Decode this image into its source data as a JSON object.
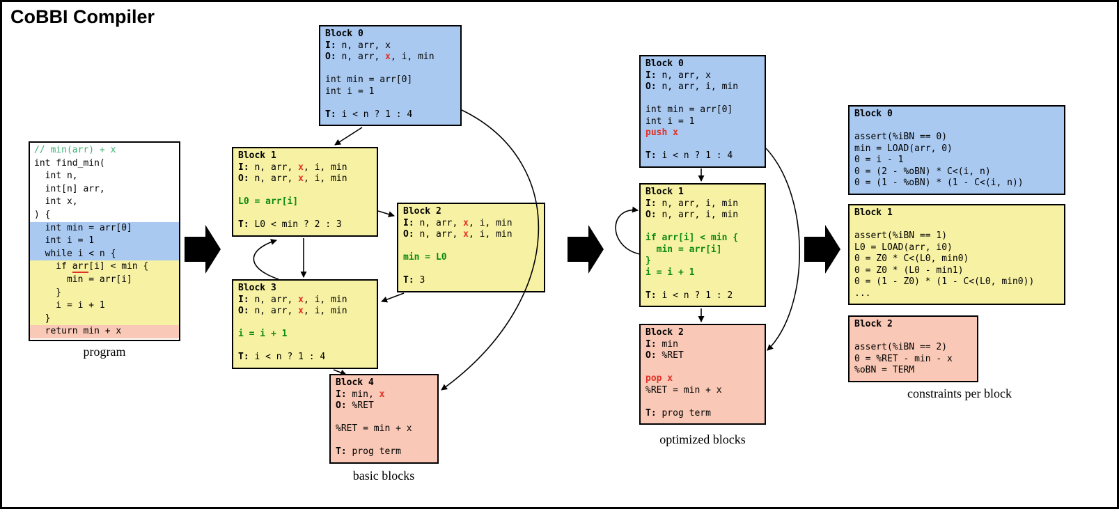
{
  "title": "CoBBI Compiler",
  "colors": {
    "blue": "#a9c9f1",
    "yellow": "#f6f1a3",
    "pink": "#f9c8b6",
    "green": "#0b8a0e",
    "red": "#e03127",
    "comment": "#3bb273"
  },
  "program": {
    "caption": "program",
    "lines": [
      {
        "seg": [
          {
            "t": "// min(arr) + x",
            "s": "c"
          }
        ]
      },
      {
        "seg": [
          {
            "t": "int find_min(",
            "s": ""
          }
        ]
      },
      {
        "seg": [
          {
            "t": "  int n,",
            "s": ""
          }
        ]
      },
      {
        "seg": [
          {
            "t": "  int[n] arr,",
            "s": ""
          }
        ]
      },
      {
        "seg": [
          {
            "t": "  int x,",
            "s": ""
          }
        ]
      },
      {
        "seg": [
          {
            "t": ") {",
            "s": ""
          }
        ]
      },
      {
        "bg": "blue",
        "seg": [
          {
            "t": "  int min = arr[0]",
            "s": ""
          }
        ]
      },
      {
        "bg": "blue",
        "seg": [
          {
            "t": "  int i = 1",
            "s": ""
          }
        ]
      },
      {
        "bg": "blue",
        "seg": [
          {
            "t": "  while i < n {",
            "s": ""
          }
        ]
      },
      {
        "bg": "yellow",
        "seg": [
          {
            "t": "    if ",
            "s": ""
          },
          {
            "t": "arr",
            "s": "u"
          },
          {
            "t": "[i] < min {",
            "s": ""
          }
        ]
      },
      {
        "bg": "yellow",
        "seg": [
          {
            "t": "      min = arr[i]",
            "s": ""
          }
        ]
      },
      {
        "bg": "yellow",
        "seg": [
          {
            "t": "    }",
            "s": ""
          }
        ]
      },
      {
        "bg": "yellow",
        "seg": [
          {
            "t": "    i = i + 1",
            "s": ""
          }
        ]
      },
      {
        "bg": "yellow",
        "seg": [
          {
            "t": "  }",
            "s": ""
          }
        ]
      },
      {
        "bg": "pink",
        "seg": [
          {
            "t": "  return min + x",
            "s": ""
          }
        ]
      }
    ]
  },
  "basic_blocks": {
    "caption": "basic blocks",
    "edges": [
      {
        "from": "Block 0",
        "to": "Block 1"
      },
      {
        "from": "Block 0",
        "to": "Block 4"
      },
      {
        "from": "Block 1",
        "to": "Block 2"
      },
      {
        "from": "Block 1",
        "to": "Block 3"
      },
      {
        "from": "Block 2",
        "to": "Block 3"
      },
      {
        "from": "Block 3",
        "to": "Block 1"
      },
      {
        "from": "Block 3",
        "to": "Block 4"
      }
    ],
    "blocks": [
      {
        "title": "Block 0",
        "color": "blue",
        "lines": [
          {
            "seg": [
              {
                "t": "I:",
                "s": "b"
              },
              {
                "t": " n, arr, x",
                "s": ""
              }
            ]
          },
          {
            "seg": [
              {
                "t": "O:",
                "s": "b"
              },
              {
                "t": " n, arr, ",
                "s": ""
              },
              {
                "t": "x",
                "s": "r"
              },
              {
                "t": ", i, min",
                "s": ""
              }
            ]
          },
          {
            "seg": []
          },
          {
            "seg": [
              {
                "t": "int min = arr[0]",
                "s": ""
              }
            ]
          },
          {
            "seg": [
              {
                "t": "int i = 1",
                "s": ""
              }
            ]
          },
          {
            "seg": []
          },
          {
            "seg": [
              {
                "t": "T:",
                "s": "b"
              },
              {
                "t": " i < n ? 1 : 4",
                "s": ""
              }
            ]
          }
        ]
      },
      {
        "title": "Block 1",
        "color": "yellow",
        "lines": [
          {
            "seg": [
              {
                "t": "I:",
                "s": "b"
              },
              {
                "t": " n, arr, ",
                "s": ""
              },
              {
                "t": "x",
                "s": "r"
              },
              {
                "t": ", i, min",
                "s": ""
              }
            ]
          },
          {
            "seg": [
              {
                "t": "O:",
                "s": "b"
              },
              {
                "t": " n, arr, ",
                "s": ""
              },
              {
                "t": "x",
                "s": "r"
              },
              {
                "t": ", i, min",
                "s": ""
              }
            ]
          },
          {
            "seg": []
          },
          {
            "seg": [
              {
                "t": "L0 = arr[i]",
                "s": "g"
              }
            ]
          },
          {
            "seg": []
          },
          {
            "seg": [
              {
                "t": "T:",
                "s": "b"
              },
              {
                "t": " L0 < min ? 2 : 3",
                "s": ""
              }
            ]
          }
        ]
      },
      {
        "title": "Block 2",
        "color": "yellow",
        "lines": [
          {
            "seg": [
              {
                "t": "I:",
                "s": "b"
              },
              {
                "t": " n, arr, ",
                "s": ""
              },
              {
                "t": "x",
                "s": "r"
              },
              {
                "t": ", i, min",
                "s": ""
              }
            ]
          },
          {
            "seg": [
              {
                "t": "O:",
                "s": "b"
              },
              {
                "t": " n, arr, ",
                "s": ""
              },
              {
                "t": "x",
                "s": "r"
              },
              {
                "t": ", i, min",
                "s": ""
              }
            ]
          },
          {
            "seg": []
          },
          {
            "seg": [
              {
                "t": "min = L0",
                "s": "g"
              }
            ]
          },
          {
            "seg": []
          },
          {
            "seg": [
              {
                "t": "T:",
                "s": "b"
              },
              {
                "t": " 3",
                "s": ""
              }
            ]
          }
        ]
      },
      {
        "title": "Block 3",
        "color": "yellow",
        "lines": [
          {
            "seg": [
              {
                "t": "I:",
                "s": "b"
              },
              {
                "t": " n, arr, ",
                "s": ""
              },
              {
                "t": "x",
                "s": "r"
              },
              {
                "t": ", i, min",
                "s": ""
              }
            ]
          },
          {
            "seg": [
              {
                "t": "O:",
                "s": "b"
              },
              {
                "t": " n, arr, ",
                "s": ""
              },
              {
                "t": "x",
                "s": "r"
              },
              {
                "t": ", i, min",
                "s": ""
              }
            ]
          },
          {
            "seg": []
          },
          {
            "seg": [
              {
                "t": "i = i + 1",
                "s": "g"
              }
            ]
          },
          {
            "seg": []
          },
          {
            "seg": [
              {
                "t": "T:",
                "s": "b"
              },
              {
                "t": " i < n ? 1 : 4",
                "s": ""
              }
            ]
          }
        ]
      },
      {
        "title": "Block 4",
        "color": "pink",
        "lines": [
          {
            "seg": [
              {
                "t": "I:",
                "s": "b"
              },
              {
                "t": " min, ",
                "s": ""
              },
              {
                "t": "x",
                "s": "r"
              }
            ]
          },
          {
            "seg": [
              {
                "t": "O:",
                "s": "b"
              },
              {
                "t": " %RET",
                "s": ""
              }
            ]
          },
          {
            "seg": []
          },
          {
            "seg": [
              {
                "t": "%RET = min + x",
                "s": ""
              }
            ]
          },
          {
            "seg": []
          },
          {
            "seg": [
              {
                "t": "T:",
                "s": "b"
              },
              {
                "t": " prog term",
                "s": ""
              }
            ]
          }
        ]
      }
    ]
  },
  "optimized_blocks": {
    "caption": "optimized blocks",
    "edges": [
      {
        "from": "Block 0",
        "to": "Block 1"
      },
      {
        "from": "Block 0",
        "to": "Block 2"
      },
      {
        "from": "Block 1",
        "to": "Block 1"
      },
      {
        "from": "Block 1",
        "to": "Block 2"
      }
    ],
    "blocks": [
      {
        "title": "Block 0",
        "color": "blue",
        "lines": [
          {
            "seg": [
              {
                "t": "I:",
                "s": "b"
              },
              {
                "t": " n, arr, x",
                "s": ""
              }
            ]
          },
          {
            "seg": [
              {
                "t": "O:",
                "s": "b"
              },
              {
                "t": " n, arr, i, min",
                "s": ""
              }
            ]
          },
          {
            "seg": []
          },
          {
            "seg": [
              {
                "t": "int min = arr[0]",
                "s": ""
              }
            ]
          },
          {
            "seg": [
              {
                "t": "int i = 1",
                "s": ""
              }
            ]
          },
          {
            "seg": [
              {
                "t": "push x",
                "s": "r"
              }
            ]
          },
          {
            "seg": []
          },
          {
            "seg": [
              {
                "t": "T:",
                "s": "b"
              },
              {
                "t": " i < n ? 1 : 4",
                "s": ""
              }
            ]
          }
        ]
      },
      {
        "title": "Block 1",
        "color": "yellow",
        "lines": [
          {
            "seg": [
              {
                "t": "I:",
                "s": "b"
              },
              {
                "t": " n, arr, i, min",
                "s": ""
              }
            ]
          },
          {
            "seg": [
              {
                "t": "O:",
                "s": "b"
              },
              {
                "t": " n, arr, i, min",
                "s": ""
              }
            ]
          },
          {
            "seg": []
          },
          {
            "seg": [
              {
                "t": "if arr[i] < min {",
                "s": "g"
              }
            ]
          },
          {
            "seg": [
              {
                "t": "  min = arr[i]",
                "s": "g"
              }
            ]
          },
          {
            "seg": [
              {
                "t": "}",
                "s": "g"
              }
            ]
          },
          {
            "seg": [
              {
                "t": "i = i + 1",
                "s": "g"
              }
            ]
          },
          {
            "seg": []
          },
          {
            "seg": [
              {
                "t": "T:",
                "s": "b"
              },
              {
                "t": " i < n ? 1 : 2",
                "s": ""
              }
            ]
          }
        ]
      },
      {
        "title": "Block 2",
        "color": "pink",
        "lines": [
          {
            "seg": [
              {
                "t": "I:",
                "s": "b"
              },
              {
                "t": " min",
                "s": ""
              }
            ]
          },
          {
            "seg": [
              {
                "t": "O:",
                "s": "b"
              },
              {
                "t": " %RET",
                "s": ""
              }
            ]
          },
          {
            "seg": []
          },
          {
            "seg": [
              {
                "t": "pop x",
                "s": "r"
              }
            ]
          },
          {
            "seg": [
              {
                "t": "%RET = min + x",
                "s": ""
              }
            ]
          },
          {
            "seg": []
          },
          {
            "seg": [
              {
                "t": "T:",
                "s": "b"
              },
              {
                "t": " prog term",
                "s": ""
              }
            ]
          }
        ]
      }
    ]
  },
  "constraints": {
    "caption": "constraints per block",
    "blocks": [
      {
        "title": "Block 0",
        "color": "blue",
        "lines": [
          {
            "seg": []
          },
          {
            "seg": [
              {
                "t": "assert(%iBN == 0)",
                "s": ""
              }
            ]
          },
          {
            "seg": [
              {
                "t": "min = LOAD(arr, 0)",
                "s": ""
              }
            ]
          },
          {
            "seg": [
              {
                "t": "0 = i - 1",
                "s": ""
              }
            ]
          },
          {
            "seg": [
              {
                "t": "0 = (2 - %oBN) * C<(i, n)",
                "s": ""
              }
            ]
          },
          {
            "seg": [
              {
                "t": "0 = (1 - %oBN) * (1 - C<(i, n))",
                "s": ""
              }
            ]
          }
        ]
      },
      {
        "title": "Block 1",
        "color": "yellow",
        "lines": [
          {
            "seg": []
          },
          {
            "seg": [
              {
                "t": "assert(%iBN == 1)",
                "s": ""
              }
            ]
          },
          {
            "seg": [
              {
                "t": "L0 = LOAD(arr, i0)",
                "s": ""
              }
            ]
          },
          {
            "seg": [
              {
                "t": "0 = Z0 * C<(L0, min0)",
                "s": ""
              }
            ]
          },
          {
            "seg": [
              {
                "t": "0 = Z0 * (L0 - min1)",
                "s": ""
              }
            ]
          },
          {
            "seg": [
              {
                "t": "0 = (1 - Z0) * (1 - C<(L0, min0))",
                "s": ""
              }
            ]
          },
          {
            "seg": [
              {
                "t": "...",
                "s": ""
              }
            ]
          }
        ]
      },
      {
        "title": "Block 2",
        "color": "pink",
        "lines": [
          {
            "seg": []
          },
          {
            "seg": [
              {
                "t": "assert(%iBN == 2)",
                "s": ""
              }
            ]
          },
          {
            "seg": [
              {
                "t": "0 = %RET - min - x",
                "s": ""
              }
            ]
          },
          {
            "seg": [
              {
                "t": "%oBN = TERM",
                "s": ""
              }
            ]
          }
        ]
      }
    ]
  }
}
